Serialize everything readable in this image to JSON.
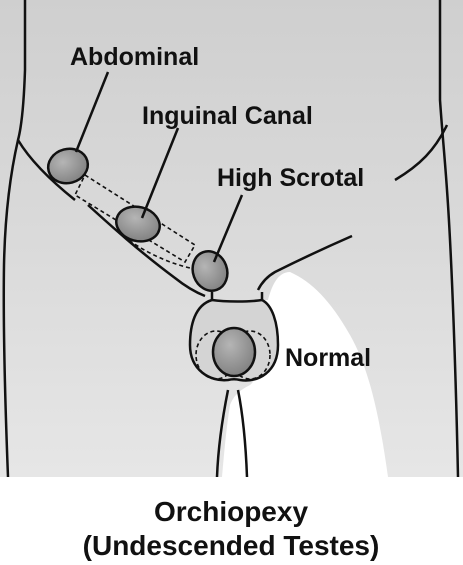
{
  "diagram": {
    "labels": {
      "abdominal": "Abdominal",
      "inguinal": "Inguinal Canal",
      "high_scrotal": "High Scrotal",
      "normal": "Normal"
    },
    "title": {
      "line1": "Orchiopexy",
      "line2": "(Undescended Testes)"
    }
  },
  "colors": {
    "body_fill": "#d8d8d8",
    "testis_fill": "#9b9b9b",
    "outline": "#111111",
    "background": "#ffffff"
  }
}
